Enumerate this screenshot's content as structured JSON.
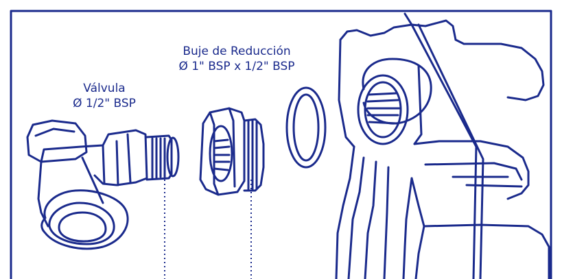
{
  "colors": {
    "line": "#1a2a8c",
    "background": "#ffffff"
  },
  "labels": {
    "valve": {
      "name": "Válvula",
      "size": "Ø 1/2\" BSP"
    },
    "bush": {
      "name": "Buje de Reducción",
      "size": "Ø 1\" BSP x 1/2\" BSP"
    }
  },
  "parts": [
    "valve",
    "reduction-bush",
    "gasket-ring",
    "radiator-section"
  ]
}
